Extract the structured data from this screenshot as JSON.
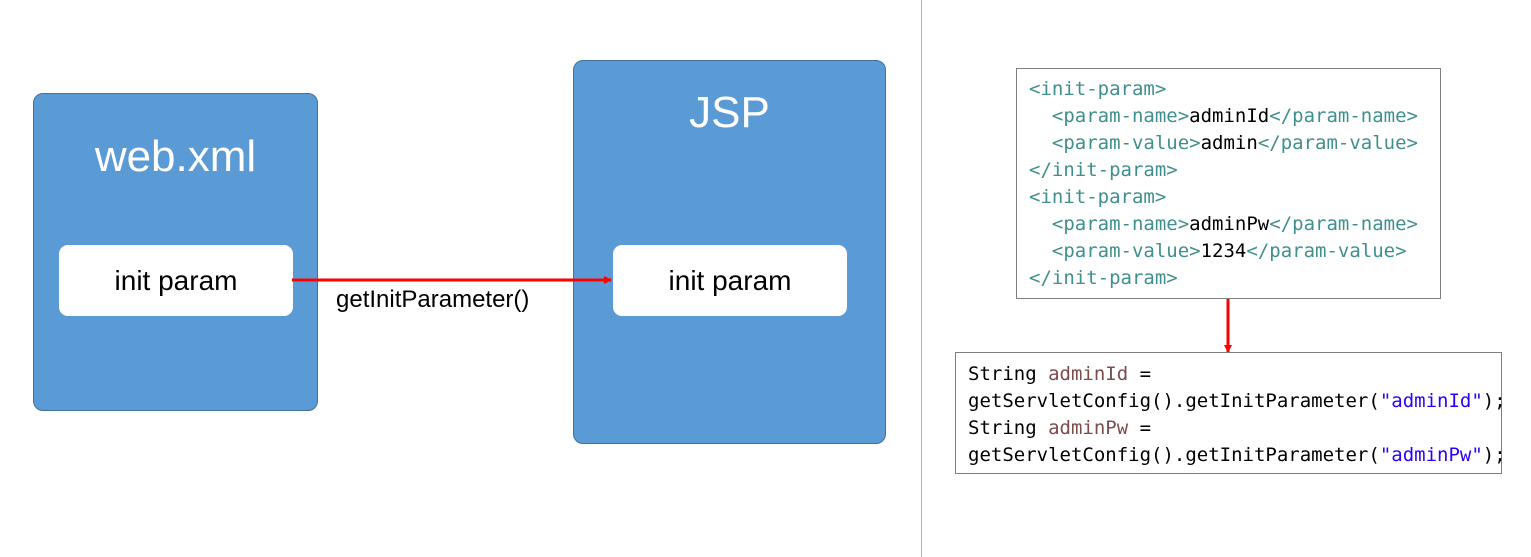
{
  "diagram": {
    "left_box": {
      "title": "web.xml",
      "param_label": "init param"
    },
    "right_box": {
      "title": "JSP",
      "param_label": "init param"
    },
    "arrow_label": "getInitParameter()"
  },
  "xml_config": {
    "lines": [
      {
        "indent": "",
        "open": "<init-param>",
        "text": "",
        "close": ""
      },
      {
        "indent": "  ",
        "open": "<param-name>",
        "text": "adminId",
        "close": "</param-name>"
      },
      {
        "indent": "  ",
        "open": "<param-value>",
        "text": "admin",
        "close": "</param-value>"
      },
      {
        "indent": "",
        "open": "</init-param>",
        "text": "",
        "close": ""
      },
      {
        "indent": "",
        "open": "<init-param>",
        "text": "",
        "close": ""
      },
      {
        "indent": "  ",
        "open": "<param-name>",
        "text": "adminPw",
        "close": "</param-name>"
      },
      {
        "indent": "  ",
        "open": "<param-value>",
        "text": "1234",
        "close": "</param-value>"
      },
      {
        "indent": "",
        "open": "</init-param>",
        "text": "",
        "close": ""
      }
    ]
  },
  "java_code": {
    "line1": {
      "type": "String ",
      "var": "adminId",
      "rest": " ="
    },
    "line2": {
      "prefix": "getServletConfig().getInitParameter(",
      "string": "\"adminId\"",
      "suffix": ");"
    },
    "line3": {
      "type": "String ",
      "var": "adminPw",
      "rest": " ="
    },
    "line4": {
      "prefix": "getServletConfig().getInitParameter(",
      "string": "\"adminPw\"",
      "suffix": ");"
    }
  },
  "colors": {
    "box_fill": "#5b9bd5",
    "arrow": "#ff0000",
    "xml_tag": "#3f8f8f",
    "java_string": "#2a00ff",
    "java_variable": "#7a4d4d"
  }
}
